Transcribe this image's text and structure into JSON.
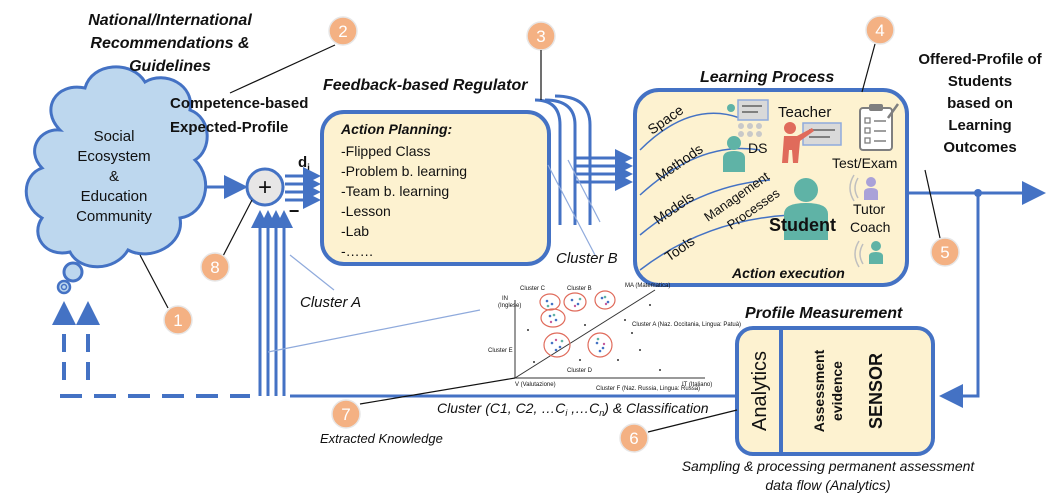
{
  "colors": {
    "arrow_blue": "#4472c4",
    "box_fill": "#fdf2d0",
    "box_stroke": "#4472c4",
    "cloud_fill": "#bdd7ee",
    "badge_fill": "#f4b183",
    "person_teal": "#5fb3a6",
    "person_red": "#e06b5b"
  },
  "top_left": {
    "recommendations": [
      "National/International",
      "Recommendations &",
      "Guidelines"
    ],
    "expected_profile": [
      "Competence-based",
      "Expected-Profile"
    ]
  },
  "cloud": {
    "lines": [
      "Social",
      "Ecosystem",
      "&",
      "Education",
      "Community"
    ]
  },
  "comparator": {
    "symbol": "+",
    "minus": "−",
    "error_main": "d",
    "error_sub": "i"
  },
  "regulator": {
    "title": "Feedback-based Regulator",
    "heading": "Action Planning:",
    "items": [
      "-Flipped Class",
      "-Problem b. learning",
      "-Team b. learning",
      "-Lesson",
      "-Lab",
      "-……"
    ]
  },
  "learning_process": {
    "title": "Learning Process",
    "words": [
      "Space",
      "Methods",
      "Models",
      "Tools",
      "Management",
      "Processes"
    ],
    "roles": {
      "ds": "DS",
      "teacher": "Teacher",
      "test": "Test/Exam",
      "student": "Student",
      "tutor": [
        "Tutor",
        "Coach"
      ]
    },
    "footer": "Action execution"
  },
  "offered_profile": [
    "Offered-Profile of",
    "Students",
    "based on",
    "Learning",
    "Outcomes"
  ],
  "profile_measurement": {
    "title": "Profile Measurement",
    "analytics": "Analytics",
    "evidence": [
      "Assessment",
      "evidence"
    ],
    "sensor": "SENSOR"
  },
  "clusters": {
    "cluster_a": "Cluster A",
    "cluster_b": "Cluster B",
    "classification": "Cluster (C1, C2, …C",
    "classification_sub1": "i",
    "classification_mid": " ,…C",
    "classification_sub2": "n",
    "classification_end": ") & Classification",
    "extracted": "Extracted Knowledge"
  },
  "scatter": {
    "axis_in": "IN",
    "axis_in_sub": "(Inglese)",
    "axis_ma": "MA (Matematica)",
    "axis_v": "V (Valutazione)",
    "axis_it": "IT (Italiano)",
    "cluster_c": "Cluster C",
    "cluster_b": "Cluster B",
    "cluster_a": "Cluster A (Naz. Occitania, Lingua: Patuà)",
    "cluster_e": "Cluster E",
    "cluster_d": "Cluster D",
    "cluster_f": "Cluster F (Naz. Russia, Lingua: Russa)"
  },
  "sampling": [
    "Sampling & processing permanent assessment",
    "data flow (Analytics)"
  ],
  "badges": [
    "1",
    "2",
    "3",
    "4",
    "5",
    "6",
    "7",
    "8"
  ]
}
